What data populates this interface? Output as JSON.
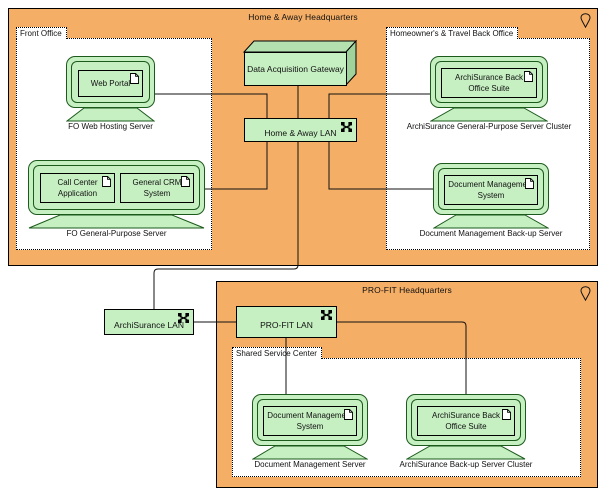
{
  "diagram": {
    "title": "Home & Away Headquarters",
    "colors": {
      "location_fill": "#f5ae66",
      "node_fill": "#c6f0c2",
      "device_border": "#1c5a1c",
      "line": "#4a4a4a",
      "group_border": "#000000"
    }
  },
  "locations": [
    {
      "name": "home-away-hq",
      "label": "Home & Away Headquarters",
      "icon": "location-pin-icon"
    },
    {
      "name": "profit-hq",
      "label": "PRO-FIT Headquarters",
      "icon": "location-pin-icon"
    }
  ],
  "groupings": [
    {
      "name": "front-office",
      "label": "Front Office"
    },
    {
      "name": "homeowners-travel-back-office",
      "label": "Homeowner's & Travel Back Office"
    },
    {
      "name": "shared-service-center",
      "label": "Shared Service Center"
    }
  ],
  "nodes": [
    {
      "name": "data-acquisition-gateway",
      "label": "Data Acquisition Gateway",
      "type": "node-3d"
    }
  ],
  "networks": [
    {
      "name": "home-away-lan",
      "label": "Home & Away LAN",
      "icon": "network-icon"
    },
    {
      "name": "archisurance-lan",
      "label": "ArchiSurance LAN",
      "icon": "network-icon"
    },
    {
      "name": "profit-lan",
      "label": "PRO-FIT LAN",
      "icon": "network-icon"
    }
  ],
  "devices": [
    {
      "name": "fo-web-hosting-server",
      "label": "FO Web Hosting Server",
      "components": [
        {
          "name": "web-portal",
          "label": "Web Portal",
          "icon": "document-icon"
        }
      ]
    },
    {
      "name": "archisurance-general-purpose-server-cluster",
      "label": "ArchiSurance General-Purpose Server Cluster",
      "components": [
        {
          "name": "archisurance-back-office-suite",
          "label": "ArchiSurance Back Office Suite",
          "icon": "document-icon"
        }
      ]
    },
    {
      "name": "fo-general-purpose-server",
      "label": "FO General-Purpose Server",
      "components": [
        {
          "name": "call-center-application",
          "label": "Call Center Application",
          "icon": "document-icon"
        },
        {
          "name": "general-crm-system",
          "label": "General CRM System",
          "icon": "document-icon"
        }
      ]
    },
    {
      "name": "document-management-backup-server",
      "label": "Document Management Back-up Server",
      "components": [
        {
          "name": "document-management-system",
          "label": "Document Management System",
          "icon": "document-icon"
        }
      ]
    },
    {
      "name": "document-management-server",
      "label": "Document Management Server",
      "components": [
        {
          "name": "document-management-system-2",
          "label": "Document Management System",
          "icon": "document-icon"
        }
      ]
    },
    {
      "name": "archisurance-backup-server-cluster",
      "label": "ArchiSurance Back-up Server Cluster",
      "components": [
        {
          "name": "archisurance-back-office-suite-2",
          "label": "ArchiSurance Back Office Suite",
          "icon": "document-icon"
        }
      ]
    }
  ]
}
